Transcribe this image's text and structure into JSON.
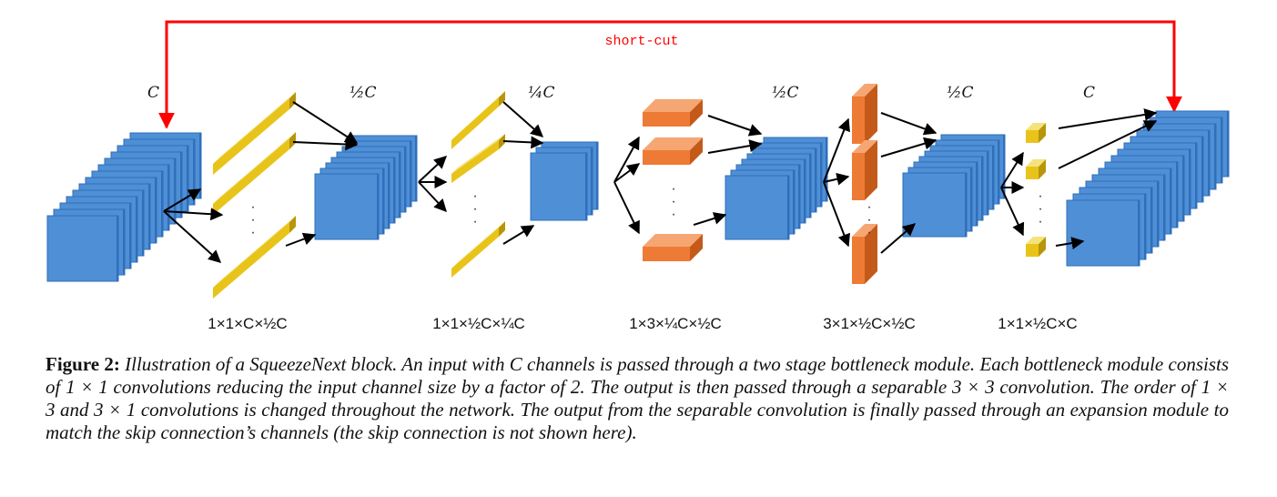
{
  "colors": {
    "blue_front": "#4f8fd6",
    "blue_side": "#2f6fbb",
    "blue_top": "#8fbde9",
    "yellow_front": "#e8c41a",
    "yellow_side": "#b8950a",
    "yellow_top": "#f6e27a",
    "orange_front": "#ee7b35",
    "orange_side": "#c45a1a",
    "orange_top": "#f6a672",
    "arrow": "#000000",
    "shortcut": "#ff0000"
  },
  "diagram": {
    "shortcut_label": "short-cut",
    "dots": "·",
    "channel_labels": {
      "input": "C",
      "after_1": "½C",
      "after_2": "¼C",
      "after_3": "½C",
      "after_4": "½C",
      "output": "C"
    },
    "filter_labels": {
      "stage1": "1×1×C×½C",
      "stage2": "1×1×½C×¼C",
      "stage3": "1×3×¼C×½C",
      "stage4": "3×1×½C×½C",
      "stage5": "1×1×½C×C"
    }
  },
  "caption": {
    "label": "Figure 2:",
    "text": "Illustration of a SqueezeNext block. An input with C channels is passed through a two stage bottleneck module. Each bottleneck module consists of 1 × 1 convolutions reducing the input channel size by a factor of 2. The output is then passed through a separable 3 × 3 convolution. The order of 1 × 3 and 3 × 1 convolutions is changed throughout the network. The output from the separable convolution is finally passed through an expansion module to match the skip connection’s channels (the skip connection is not shown here)."
  }
}
